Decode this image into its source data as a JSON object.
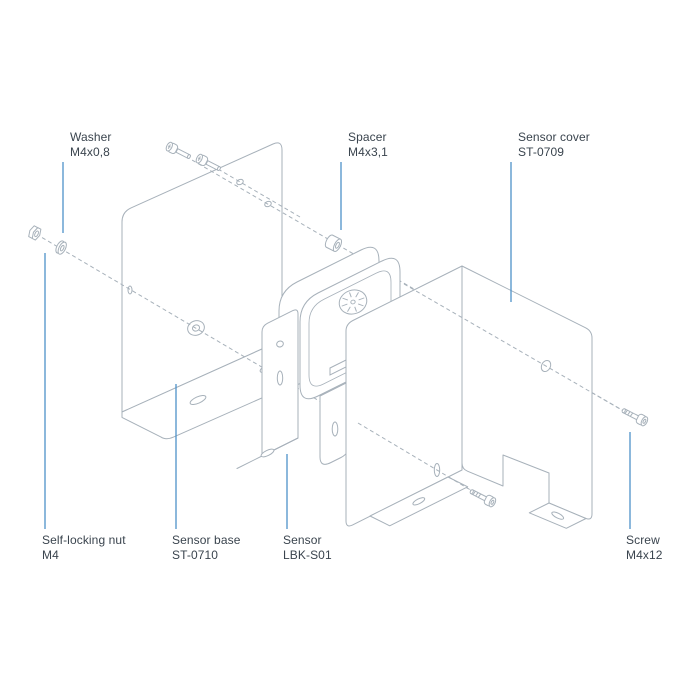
{
  "colors": {
    "background": "#ffffff",
    "part_outline": "#a7b1ba",
    "leader_line": "#4e91c8",
    "label_text": "#3a444e"
  },
  "labels": {
    "washer": {
      "title": "Washer",
      "spec": "M4x0,8"
    },
    "spacer": {
      "title": "Spacer",
      "spec": "M4x3,1"
    },
    "sensor_cover": {
      "title": "Sensor cover",
      "spec": "ST-0709"
    },
    "self_locking_nut": {
      "title": "Self-locking nut",
      "spec": "M4"
    },
    "sensor_base": {
      "title": "Sensor base",
      "spec": "ST-0710"
    },
    "sensor": {
      "title": "Sensor",
      "spec": "LBK-S01"
    },
    "screw": {
      "title": "Screw",
      "spec": "M4x12"
    }
  }
}
